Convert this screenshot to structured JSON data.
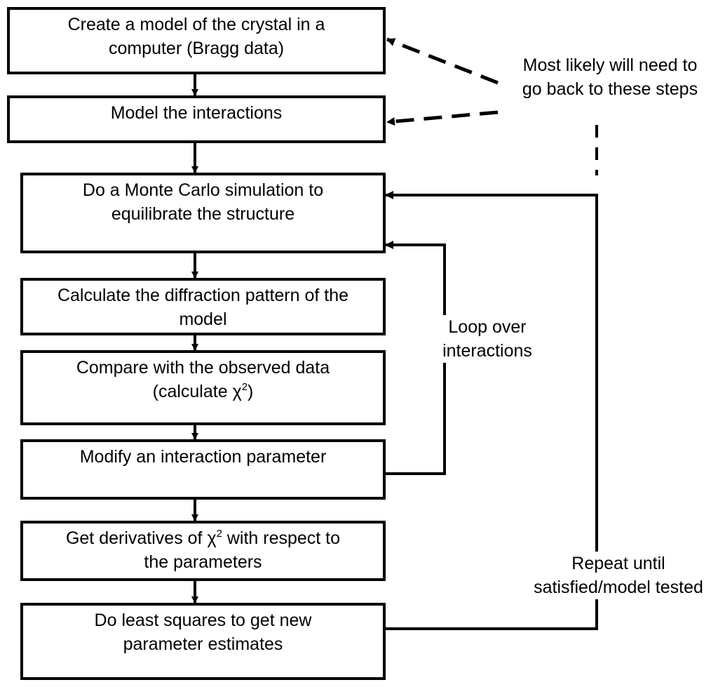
{
  "steps": [
    {
      "lines": [
        "Create a model of the crystal in a",
        "computer (Bragg data)"
      ]
    },
    {
      "lines": [
        "Model the interactions"
      ]
    },
    {
      "lines": [
        "Do a Monte Carlo simulation to",
        "equilibrate the structure"
      ]
    },
    {
      "lines": [
        "Calculate the diffraction pattern of the",
        "model"
      ]
    },
    {
      "lines": [
        "Compare with the observed data"
      ],
      "chi_prefix": "(calculate ",
      "chi_symbol": "χ",
      "chi_exp": "2",
      "chi_suffix": ")"
    },
    {
      "lines": [
        "Modify an interaction parameter"
      ]
    },
    {
      "chi_prefix": "Get derivatives of ",
      "chi_symbol": "χ",
      "chi_exp": "2",
      "chi_suffix": " with respect to",
      "lines_after": [
        "the parameters"
      ]
    },
    {
      "lines": [
        "Do least squares to get new",
        "parameter estimates"
      ]
    }
  ],
  "notes": {
    "go_back": [
      "Most likely will need to",
      "go back to these steps"
    ],
    "loop": [
      "Loop over",
      "interactions"
    ],
    "repeat": [
      "Repeat until",
      "satisfied/model tested"
    ]
  },
  "colors": {
    "stroke": "#000000",
    "background": "#ffffff"
  }
}
